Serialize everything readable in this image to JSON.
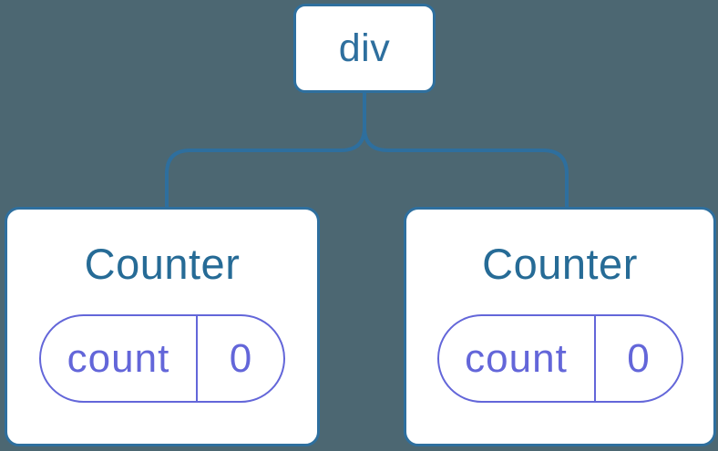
{
  "diagram": {
    "description": "Component tree: a div root with two Counter children, each holding a count state of 0",
    "root": {
      "label": "div"
    },
    "children": [
      {
        "title": "Counter",
        "state": {
          "name": "count",
          "value": "0"
        }
      },
      {
        "title": "Counter",
        "state": {
          "name": "count",
          "value": "0"
        }
      }
    ]
  },
  "colors": {
    "background": "#4C6772",
    "node_bg": "#FFFFFF",
    "tree_blue": "#2E6F9E",
    "title_blue": "#266B96",
    "state_purple": "#6366D9"
  }
}
